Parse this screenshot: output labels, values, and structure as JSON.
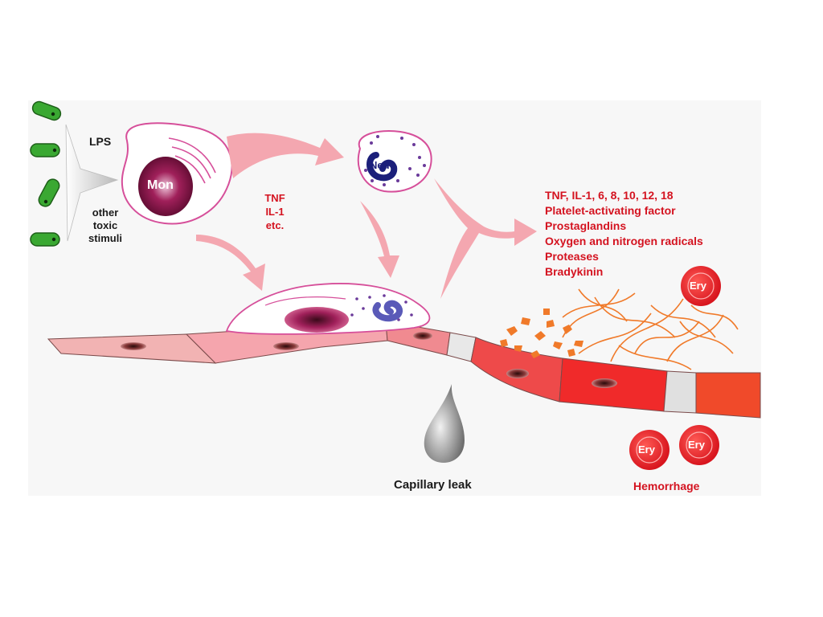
{
  "inputs": {
    "lps": "LPS",
    "other_stimuli": [
      "other",
      "toxic",
      "stimuli"
    ]
  },
  "cells": {
    "monocyte": "Mon",
    "neutrophil": "Neu",
    "erythrocyte": "Ery"
  },
  "monocyte_mediators": [
    "TNF",
    "IL-1",
    "etc."
  ],
  "mediators": [
    "TNF, IL-1, 6, 8, 10, 12, 18",
    "Platelet-activating factor",
    "Prostaglandins",
    "Oxygen and nitrogen radicals",
    "Proteases",
    "Bradykinin"
  ],
  "outcomes": {
    "capillary_leak": "Capillary leak",
    "hemorrhage": "Hemorrhage"
  },
  "colors": {
    "bacteria": "#3aa832",
    "arrow_pink": "#f4a7b0",
    "mediator_text": "#d41320",
    "monocyte_nucleus": "#8a1345",
    "neutrophil_nucleus": "#1b1f7a",
    "erythrocyte": "#e8232a",
    "fibrin": "#f07a2a"
  }
}
